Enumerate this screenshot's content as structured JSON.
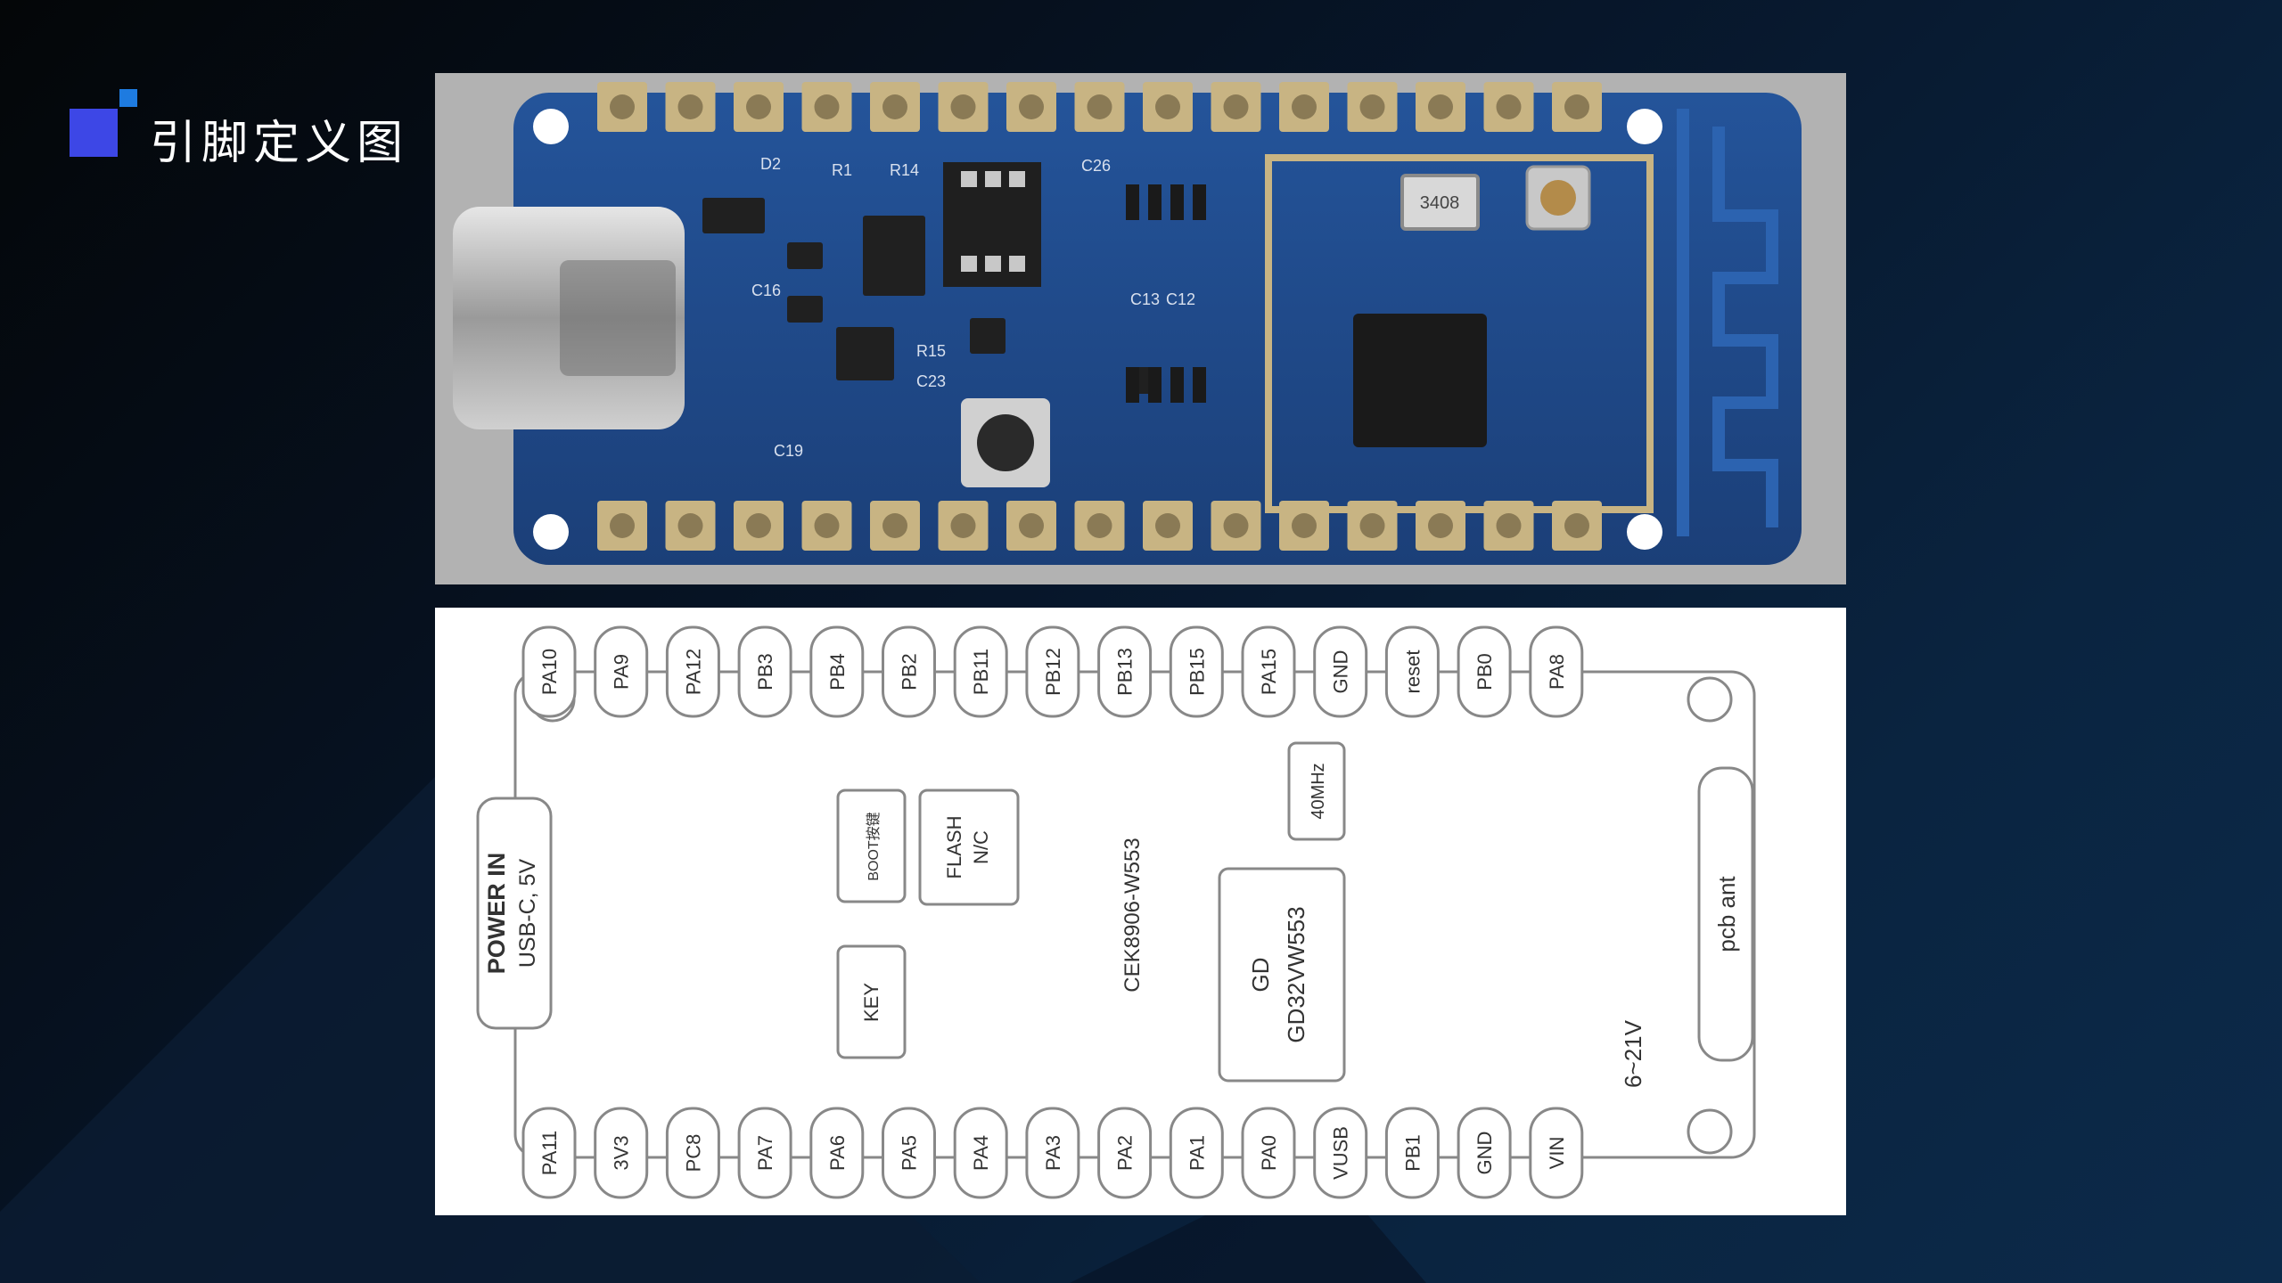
{
  "header": {
    "title": "引脚定义图"
  },
  "colors": {
    "accent": "#3d47e6",
    "accent_small": "#1e7be0",
    "pcb": "#1f4a8c",
    "pad_gold": "#c8b483",
    "diagram_stroke": "#888888"
  },
  "photo": {
    "silkscreen": {
      "crystal": "3408",
      "labels": [
        "D2",
        "R1",
        "R14",
        "C16",
        "R15",
        "C23",
        "C26",
        "C13",
        "C12",
        "C19"
      ]
    }
  },
  "diagram": {
    "top_pins": [
      "PA10",
      "PA9",
      "PA12",
      "PB3",
      "PB4",
      "PB2",
      "PB11",
      "PB12",
      "PB13",
      "PB15",
      "PA15",
      "GND",
      "reset",
      "PB0",
      "PA8"
    ],
    "bottom_pins": [
      "PA11",
      "3V3",
      "PC8",
      "PA7",
      "PA6",
      "PA5",
      "PA4",
      "PA3",
      "PA2",
      "PA1",
      "PA0",
      "VUSB",
      "PB1",
      "GND",
      "VIN"
    ],
    "power_in": {
      "line1": "POWER IN",
      "line2": "USB-C, 5V"
    },
    "boot": "BOOT按键",
    "flash": {
      "line1": "FLASH",
      "line2": "N/C"
    },
    "key": "KEY",
    "board_name": "CEK8906-W553",
    "crystal": "40MHz",
    "chip": {
      "line1": "GD",
      "line2": "GD32VW553"
    },
    "pcb_ant": "pcb ant",
    "vin_range": "6~21V"
  }
}
